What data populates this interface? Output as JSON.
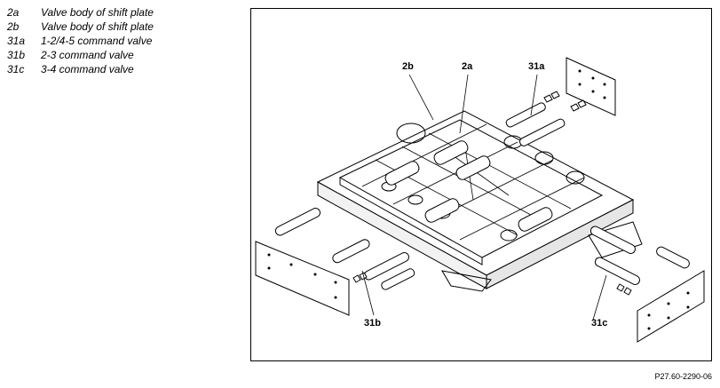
{
  "legend": [
    {
      "code": "2a",
      "text": "Valve body of shift plate"
    },
    {
      "code": "2b",
      "text": "Valve body of shift plate"
    },
    {
      "code": "31a",
      "text": "1-2/4-5 command valve"
    },
    {
      "code": "31b",
      "text": "2-3 command valve"
    },
    {
      "code": "31c",
      "text": "3-4 command valve"
    }
  ],
  "callouts": {
    "c2b": "2b",
    "c2a": "2a",
    "c31a": "31a",
    "c31b": "31b",
    "c31c": "31c"
  },
  "figure_ref": "P27.60-2290-06"
}
